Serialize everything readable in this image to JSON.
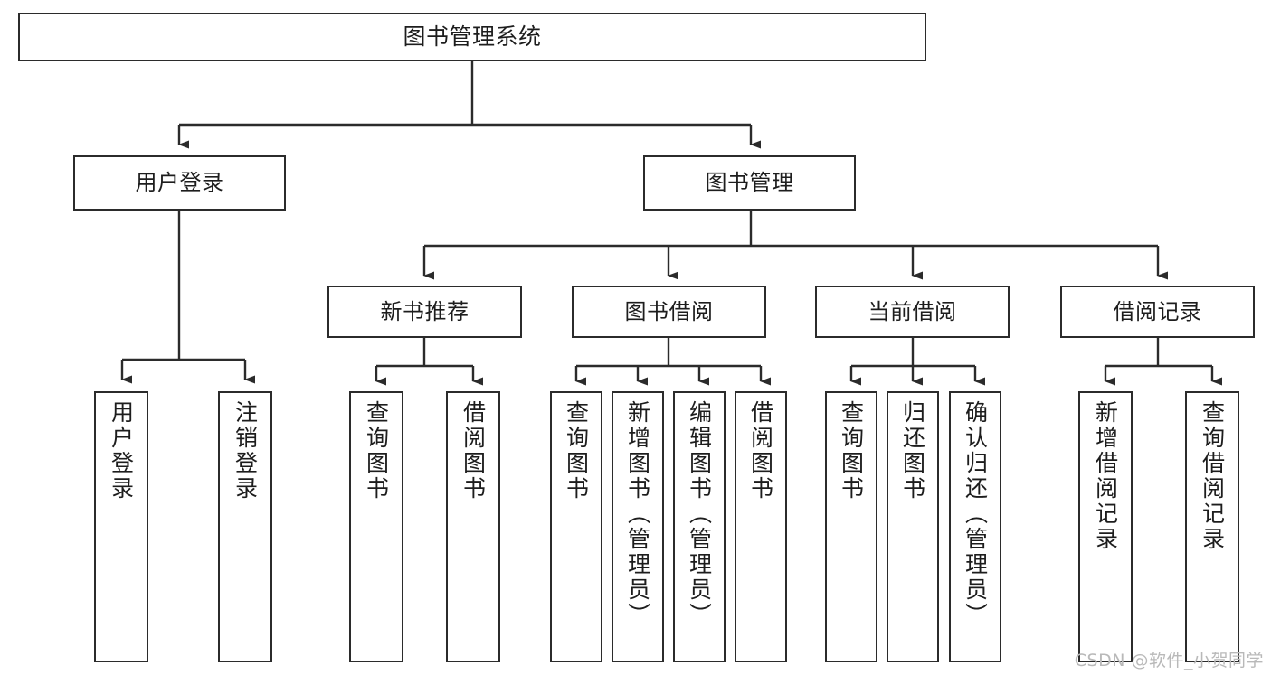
{
  "diagram": {
    "type": "tree-hierarchy",
    "title": "图书管理系统",
    "root": {
      "label": "图书管理系统"
    },
    "level2": [
      {
        "label": "用户登录"
      },
      {
        "label": "图书管理"
      }
    ],
    "level3": [
      {
        "label": "新书推荐"
      },
      {
        "label": "图书借阅"
      },
      {
        "label": "当前借阅"
      },
      {
        "label": "借阅记录"
      }
    ],
    "leaves": {
      "user_login": [
        {
          "label": "用户登录"
        },
        {
          "label": "注销登录"
        }
      ],
      "new_book_recommend": [
        {
          "label": "查询图书"
        },
        {
          "label": "借阅图书"
        }
      ],
      "book_borrow": [
        {
          "label": "查询图书"
        },
        {
          "label": "新增图书（管理员）"
        },
        {
          "label": "编辑图书（管理员）"
        },
        {
          "label": "借阅图书"
        }
      ],
      "current_borrow": [
        {
          "label": "查询图书"
        },
        {
          "label": "归还图书"
        },
        {
          "label": "确认归还（管理员）"
        }
      ],
      "borrow_record": [
        {
          "label": "新增借阅记录"
        },
        {
          "label": "查询借阅记录"
        }
      ]
    }
  },
  "watermark": {
    "text": "CSDN @软件_小贺同学"
  },
  "colors": {
    "border": "#2b2b2b",
    "text": "#1d1d1d",
    "background": "#ffffff",
    "connector": "#2b2b2b",
    "watermark": "#b9b9b9"
  }
}
